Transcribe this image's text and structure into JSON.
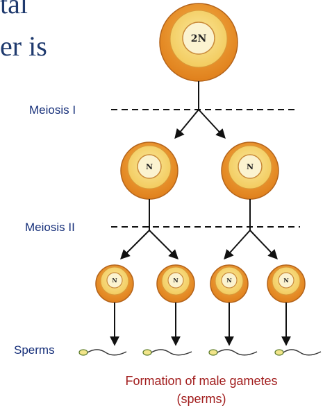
{
  "clipped_text": {
    "line1": "tal",
    "line2": "er is"
  },
  "stages": {
    "meiosis_1": "Meiosis I",
    "meiosis_2": "Meiosis II",
    "sperms": "Sperms"
  },
  "cells": {
    "parent": "2N",
    "secondary": [
      "N",
      "N"
    ],
    "spermatids": [
      "N",
      "N",
      "N",
      "N"
    ]
  },
  "caption": {
    "line1": "Formation of male gametes",
    "line2": "(sperms)"
  },
  "colors": {
    "cell_outer": "#e8922a",
    "cell_inner": "#f7d77a",
    "nucleus": "#fbf3d0",
    "label_blue": "#17307a",
    "caption_red": "#a11c1c",
    "arrow": "#111111"
  }
}
